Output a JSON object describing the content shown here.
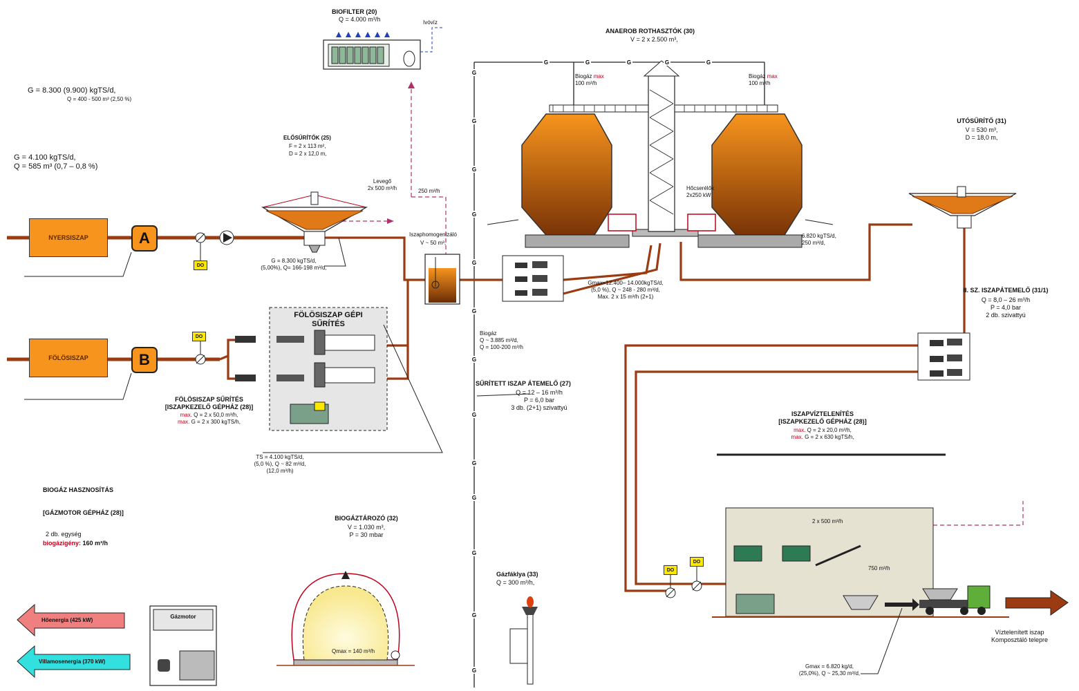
{
  "biofilter": {
    "title": "BIOFILTER (20)",
    "q": "Q = 4.000 m³/h",
    "ivoviz": "Ivóvíz"
  },
  "anaerob": {
    "title": "ANAEROB ROTHASZTÓK (30)",
    "v": "V = 2 x 2.500 m³,"
  },
  "biogaz_max_left": {
    "l1": "Biogáz ",
    "l1red": "max",
    "l2": "100 m³/h"
  },
  "biogaz_max_right": {
    "l1": "Biogáz ",
    "l1red": "max",
    "l2": "100 m³/h"
  },
  "feed1": {
    "l1": "G = 8.300 (9.900) kgTS/d,",
    "l2": "Q = 400 - 500 m³ (2,50 %)"
  },
  "feed2": {
    "l1": "G = 4.100 kgTS/d,",
    "l2": "Q = 585 m³ (0,7 – 0,8 %)"
  },
  "elosurito": {
    "title": "ELŐSŰRÍTŐK (25)",
    "f": "F = 2 x 113 m²,",
    "d": "D = 2 x 12,0 m,"
  },
  "levego": {
    "l1": "Levegő",
    "l2": "2x 500 m³/h",
    "l3": "250 m³/h"
  },
  "iszaphomo": {
    "l1": "Iszaphomogenizáló",
    "l2": "V ~ 50 m³,"
  },
  "nyersiszap": "NYERSISZAP",
  "folosiszap": "FÖLÖSISZAP",
  "letter_a": "A",
  "letter_b": "B",
  "do_label": "DO",
  "elosurito_out": {
    "l1": "G = 8.300 kgTS/d,",
    "l2": "(5,00%), Q= 166-198 m³/d,"
  },
  "gepi_surites": {
    "l1": "FÖLÖSISZAP GÉPI",
    "l2": "SŰRÍTÉS"
  },
  "folos_surites": {
    "l1": "FÖLÖSISZAP SŰRÍTÉS",
    "l2": "[ISZAPKEZELŐ GÉPHÁZ (28)]",
    "l3red": "max.",
    "l3": " Q = 2 x 50,0 m³/h,",
    "l4red": "max.",
    "l4": " G = 2 x 300 kgTS/h,"
  },
  "ts_out": {
    "l1": "TS = 4.100 kgTS/d,",
    "l2": "(5,0 %), Q ~ 82 m³/d,",
    "l3": "(12,0 m³/h)"
  },
  "gmax_feed": {
    "l1": "Gmax=12.400– 14.000kgTS/d,",
    "l2": "(5,0 %), Q ~ 248 - 280 m³/d,",
    "l3": "Max. 2 x 15 m³/h (2+1)"
  },
  "hocserelo": {
    "l1": "Hőcserélők",
    "l2": "2x250 kW"
  },
  "rotha_out": {
    "l1": "6.820 kgTS/d,",
    "l2": "250 m³/d,"
  },
  "biogaz_prod": {
    "l1": "Biogáz",
    "l2": "Q ~ 3.885 m³/d,",
    "l3": "Q = 100-200 m³/h"
  },
  "suritett_atemelo": {
    "l1": "SŰRÍTETT ISZAP ÁTEMELŐ (27)",
    "l2": "Q = 12 – 16 m³/h",
    "l3": "P = 6,0 bar",
    "l4": "3 db. (2+1) szivattyú"
  },
  "utosurito": {
    "title": "UTÓSŰRÍTŐ (31)",
    "v": "V = 530 m³,",
    "d": "D = 18,0 m,"
  },
  "atemelo2": {
    "l1": "II. SZ. ISZAPÁTEMELŐ (31/1)",
    "l2": "Q = 8,0 – 26 m³/h",
    "l3": "P = 4,0 bar",
    "l4": "2 db. szivattyú"
  },
  "viztelenites": {
    "l1": "ISZAPVÍZTELENÍTÉS",
    "l2": "[ISZAPKEZELŐ GÉPHÁZ (28)]",
    "l3red": "max.",
    "l3": " Q = 2 x 20,0 m³/h,",
    "l4red": "max.",
    "l4": " G = 2 x 630 kgTS/h,"
  },
  "biogaz_hasz": {
    "l1": "BIOGÁZ HASZNOSÍTÁS",
    "l2": "[GÁZMOTOR GÉPHÁZ (28)]",
    "l3": "2 db. egység",
    "l4red": "biogázigény:",
    "l4": " 160 m³/h"
  },
  "biogaztarolo": {
    "l1": "BIOGÁZTÁROZÓ (32)",
    "l2": "V = 1.030 m³,",
    "l3": "P = 30 mbar",
    "qmax": "Qmax = 140 m³/h"
  },
  "gazfaklya": {
    "l1": "Gázfáklya (33)",
    "l2": "Q = 300 m³/h,"
  },
  "gazmotor": "Gázmotor",
  "hoenergia": "Hőenergia (425 kW)",
  "villamos": "Villamosenergia (370 kW)",
  "hall_2x500": "2 x 500 m³/h",
  "hall_750": "750 m³/h",
  "kompost": {
    "l1": "Víztelenített iszap",
    "l2": "Komposztáló telepre"
  },
  "gmax_out": {
    "l1": "Gmax = 6.820 kg/d,",
    "l2": "(25,0%), Q ~ 25,30 m³/d,"
  },
  "g": "G",
  "colors": {
    "sludge": "#9a3b12",
    "orange": "#f7941d",
    "yellow": "#ffe800",
    "gas_line": "#b0306a",
    "hoenergia": "#f08080",
    "villamos": "#33e0e0"
  }
}
